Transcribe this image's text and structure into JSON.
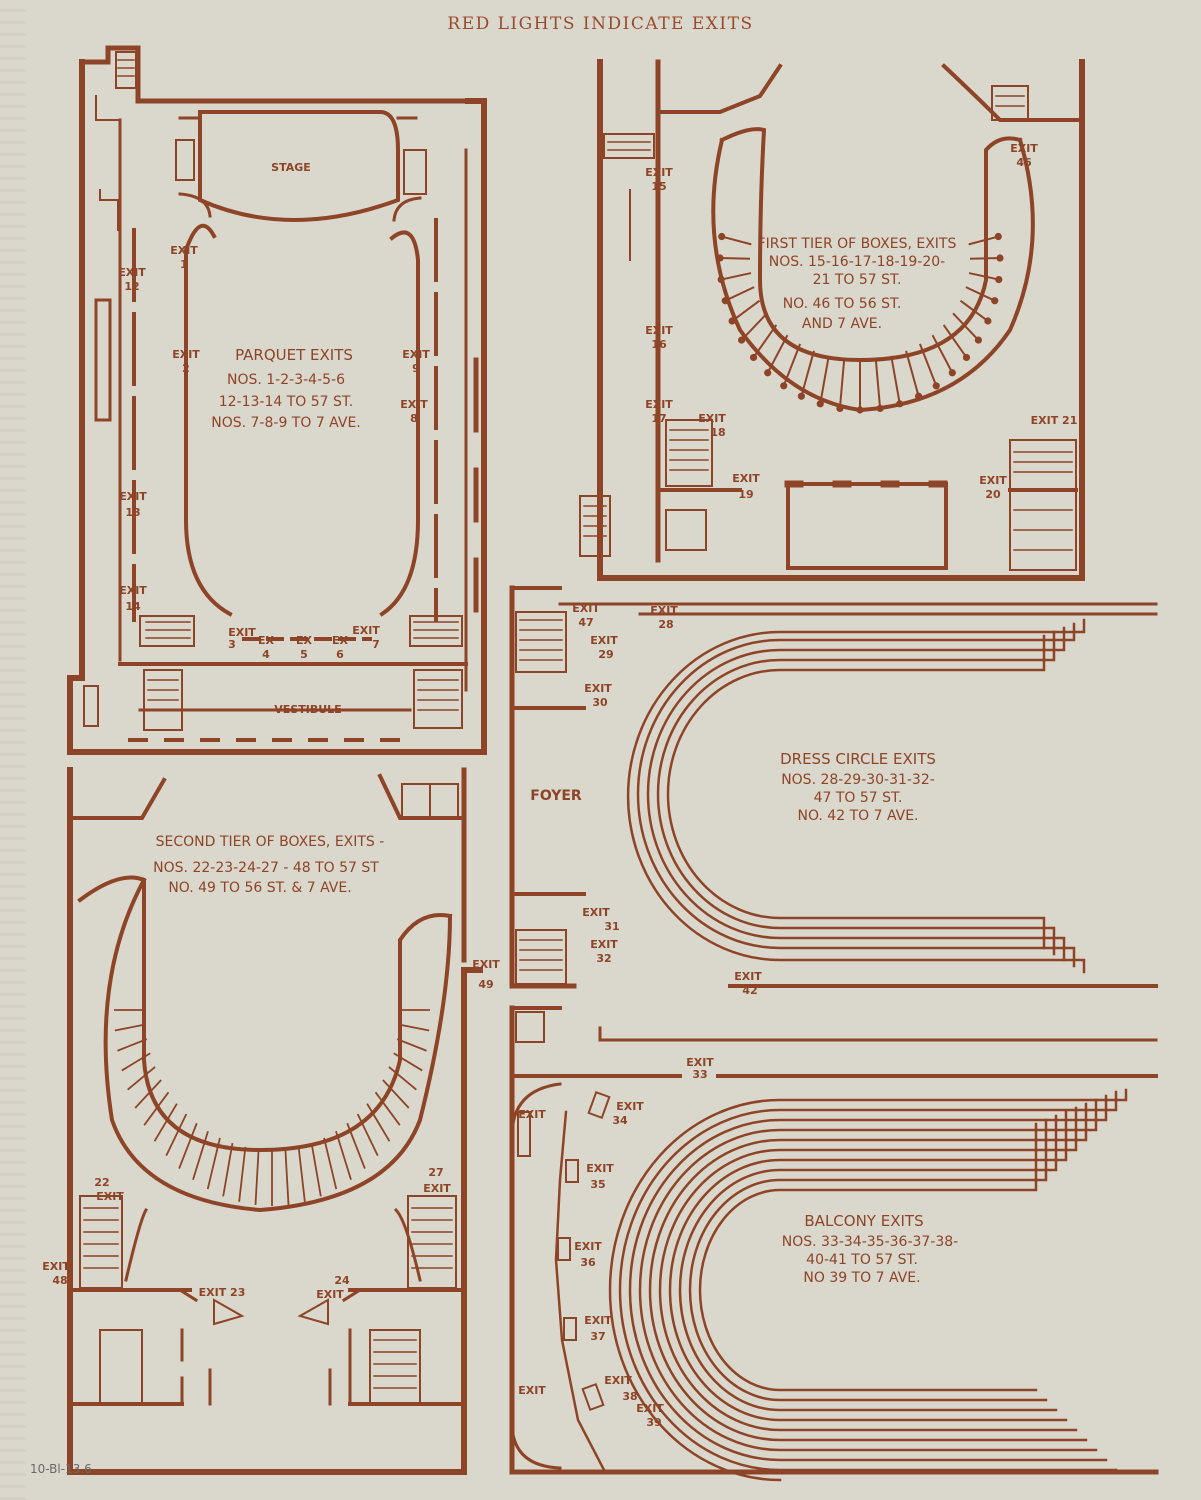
{
  "header": "RED LIGHTS INDICATE EXITS",
  "pencil_note": "10-Bl-13.6",
  "colors": {
    "ink": "#8e4426",
    "paper": "#dad7cd"
  },
  "parquet": {
    "stage": "STAGE",
    "vestibule": "VESTIBULE",
    "title": "PARQUET EXITS",
    "lines": [
      "NOS. 1-2-3-4-5-6",
      "12-13-14 TO 57 ST.",
      "NOS. 7-8-9 TO 7 AVE."
    ],
    "exits": {
      "e1": "EXIT",
      "n1": "1",
      "e12": "EXIT",
      "n12": "12",
      "e2": "EXIT",
      "n2": "2",
      "e9": "EXIT",
      "n9": "9",
      "e8": "EXIT",
      "n8": "8",
      "e13": "EXIT",
      "n13": "13",
      "e14": "EXIT",
      "n14": "14",
      "e3": "EXIT",
      "n3": "3",
      "e4": "EX",
      "n4": "4",
      "e5": "EX",
      "n5": "5",
      "e6": "EX",
      "n6": "6",
      "e7": "EXIT",
      "n7": "7"
    }
  },
  "first_tier": {
    "title": "FIRST TIER OF BOXES, EXITS",
    "lines": [
      "NOS. 15-16-17-18-19-20-",
      "21 TO 57 ST.",
      "NO. 46 TO 56 ST.",
      "AND 7 AVE."
    ],
    "exits": {
      "e15": "EXIT",
      "n15": "15",
      "e16": "EXIT",
      "n16": "16",
      "e17": "EXIT",
      "n17": "17",
      "e18": "EXIT",
      "n18": "18",
      "e19": "EXIT",
      "n19": "19",
      "e20": "EXIT",
      "n20": "20",
      "e21": "EXIT 21",
      "e46": "EXIT",
      "n46": "46"
    }
  },
  "dress_circle": {
    "foyer": "FOYER",
    "title": "DRESS CIRCLE EXITS",
    "lines": [
      "NOS. 28-29-30-31-32-",
      "47 TO 57 ST.",
      "NO. 42 TO 7 AVE."
    ],
    "exits": {
      "e47": "EXIT",
      "n47": "47",
      "e28": "EXIT",
      "n28": "28",
      "e29": "EXIT",
      "n29": "29",
      "e30": "EXIT",
      "n30": "30",
      "e31": "EXIT",
      "n31": "31",
      "e32": "EXIT",
      "n32": "32",
      "e42": "EXIT",
      "n42": "42"
    }
  },
  "second_tier": {
    "title": "SECOND TIER OF BOXES, EXITS -",
    "lines": [
      "NOS. 22-23-24-27 - 48 TO 57 ST",
      "NO. 49 TO 56 ST. & 7 AVE."
    ],
    "exits": {
      "e49": "EXIT",
      "n49": "49",
      "n22": "22",
      "e22": "EXIT",
      "n27": "27",
      "e27": "EXIT",
      "e48": "EXIT",
      "n48": "48",
      "e23": "EXIT 23",
      "n24": "24",
      "e24": "EXIT"
    }
  },
  "balcony": {
    "title": "BALCONY EXITS",
    "lines": [
      "NOS. 33-34-35-36-37-38-",
      "40-41 TO 57 ST.",
      "NO 39 TO 7 AVE."
    ],
    "exits": {
      "e33": "EXIT",
      "n33": "33",
      "e40": "EXIT",
      "e34": "EXIT",
      "n34": "34",
      "e35": "EXIT",
      "n35": "35",
      "e36": "EXIT",
      "n36": "36",
      "e37": "EXIT",
      "n37": "37",
      "e38": "EXIT",
      "n38": "38",
      "e39": "EXIT",
      "n39": "39",
      "e41": "EXIT"
    }
  }
}
